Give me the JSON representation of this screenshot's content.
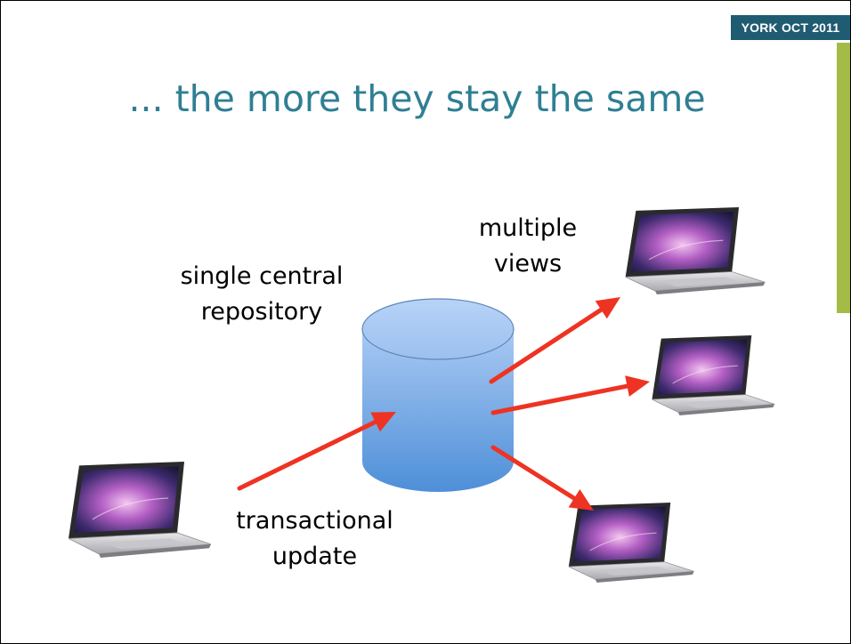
{
  "header": {
    "tag_label": "YORK OCT 2011",
    "tag_color": "#1f5c72",
    "accent_color": "#a5bb48"
  },
  "title": "... the more they stay the same",
  "diagram": {
    "repository": {
      "label_line1": "single central",
      "label_line2": "repository",
      "icon": "database-cylinder-icon"
    },
    "views": {
      "label_line1": "multiple",
      "label_line2": "views"
    },
    "update": {
      "label_line1": "transactional",
      "label_line2": "update"
    },
    "laptops": [
      {
        "role": "source",
        "icon": "laptop-icon"
      },
      {
        "role": "view",
        "icon": "laptop-icon"
      },
      {
        "role": "view",
        "icon": "laptop-icon"
      },
      {
        "role": "view",
        "icon": "laptop-icon"
      }
    ],
    "arrow_color": "#ee3322"
  }
}
